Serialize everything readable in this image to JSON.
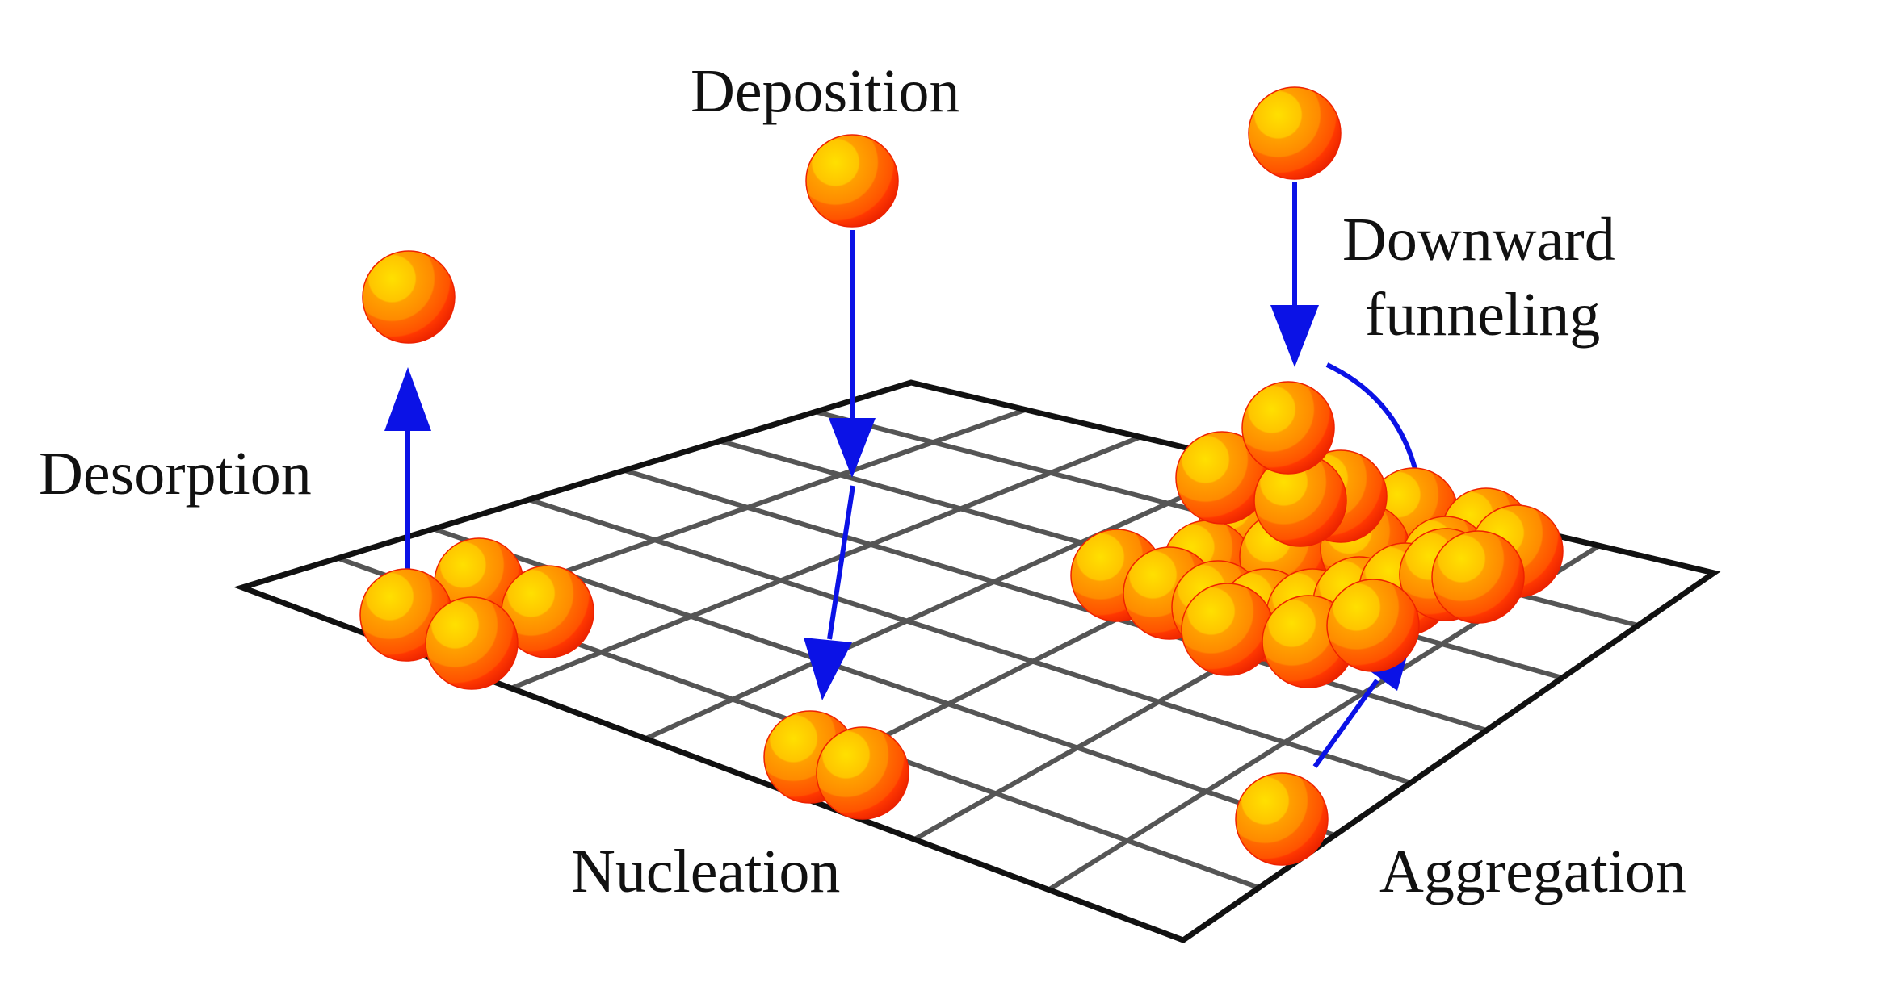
{
  "labels": {
    "deposition": "Deposition",
    "desorption": "Desorption",
    "downward_funneling_line1": "Downward",
    "downward_funneling_line2": "funneling",
    "nucleation": "Nucleation",
    "aggregation": "Aggregation"
  },
  "colors": {
    "arrow": "#0b12e6",
    "grid": "#555555",
    "frame": "#111111",
    "sphere_light": "#ffcc00",
    "sphere_mid": "#ff8c00",
    "sphere_dark": "#ff4a00",
    "sphere_edge": "#ee2200"
  },
  "grid": {
    "rows": 7,
    "cols": 7
  }
}
